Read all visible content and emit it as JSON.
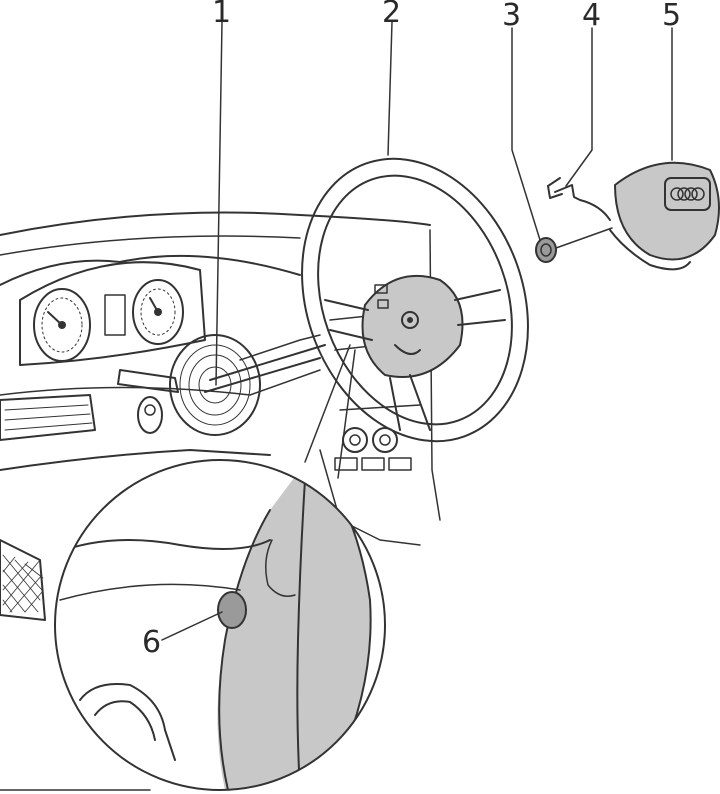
{
  "callouts": {
    "c1": "1",
    "c2": "2",
    "c3": "3",
    "c4": "4",
    "c5": "5",
    "c6": "6"
  },
  "colors": {
    "ink": "#333333",
    "shade": "#c8c8c8",
    "background": "#ffffff"
  }
}
